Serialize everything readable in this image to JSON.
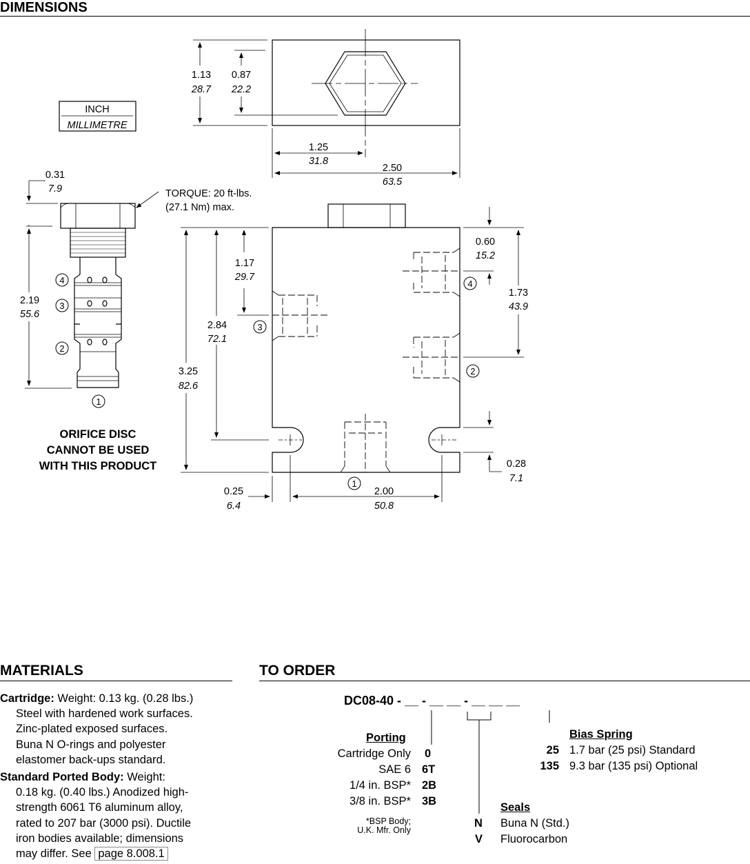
{
  "sections": {
    "dimensions": "DIMENSIONS",
    "materials": "MATERIALS",
    "to_order": "TO ORDER"
  },
  "drawing": {
    "legend_inch": "INCH",
    "legend_mm": "MILLIMETRE",
    "torque_line1": "TORQUE: 20 ft-lbs.",
    "torque_line2": "(27.1 Nm) max.",
    "note_line1": "ORIFICE DISC",
    "note_line2": "CANNOT BE USED",
    "note_line3": "WITH THIS PRODUCT",
    "dims": {
      "d113": {
        "inch": "1.13",
        "mm": "28.7"
      },
      "d087": {
        "inch": "0.87",
        "mm": "22.2"
      },
      "d125": {
        "inch": "1.25",
        "mm": "31.8"
      },
      "d250": {
        "inch": "2.50",
        "mm": "63.5"
      },
      "d031": {
        "inch": "0.31",
        "mm": "7.9"
      },
      "d219": {
        "inch": "2.19",
        "mm": "55.6"
      },
      "d117": {
        "inch": "1.17",
        "mm": "29.7"
      },
      "d284": {
        "inch": "2.84",
        "mm": "72.1"
      },
      "d325": {
        "inch": "3.25",
        "mm": "82.6"
      },
      "d060": {
        "inch": "0.60",
        "mm": "15.2"
      },
      "d173": {
        "inch": "1.73",
        "mm": "43.9"
      },
      "d028": {
        "inch": "0.28",
        "mm": "7.1"
      },
      "d025": {
        "inch": "0.25",
        "mm": "6.4"
      },
      "d200": {
        "inch": "2.00",
        "mm": "50.8"
      }
    },
    "ports": {
      "p1": "1",
      "p2": "2",
      "p3": "3",
      "p4": "4"
    }
  },
  "materials": {
    "cartridge_label": "Cartridge:",
    "cartridge_weight": " Weight: 0.13 kg. (0.28 lbs.)",
    "cartridge_lines": [
      "Steel with hardened work surfaces.",
      "Zinc-plated exposed surfaces.",
      "Buna N O-rings and polyester",
      "elastomer back-ups standard."
    ],
    "body_label": "Standard Ported Body:",
    "body_weight": " Weight:",
    "body_lines": [
      "0.18 kg. (0.40 lbs.) Anodized high-",
      "strength 6061 T6 aluminum alloy,",
      "rated to 207 bar (3000 psi). Ductile",
      "iron bodies available; dimensions"
    ],
    "body_last_prefix": "may differ. See ",
    "page_link": "page 8.008.1"
  },
  "order": {
    "model_code": "DC08-40 - __ - __ __ - __ __ __",
    "porting_title": "Porting",
    "porting_options": [
      {
        "label": "Cartridge Only",
        "code": "0"
      },
      {
        "label": "SAE 6",
        "code": "6T"
      },
      {
        "label": "1/4 in. BSP*",
        "code": "2B"
      },
      {
        "label": "3/8 in. BSP*",
        "code": "3B"
      }
    ],
    "bsp_note_line1": "*BSP Body;",
    "bsp_note_line2": "U.K. Mfr. Only",
    "bias_title": "Bias Spring",
    "bias_options": [
      {
        "code": "25",
        "label": "1.7 bar (25 psi) Standard"
      },
      {
        "code": "135",
        "label": "9.3 bar (135 psi) Optional"
      }
    ],
    "seals_title": "Seals",
    "seals_options": [
      {
        "code": "N",
        "label": "Buna N (Std.)"
      },
      {
        "code": "V",
        "label": "Fluorocarbon"
      }
    ]
  }
}
